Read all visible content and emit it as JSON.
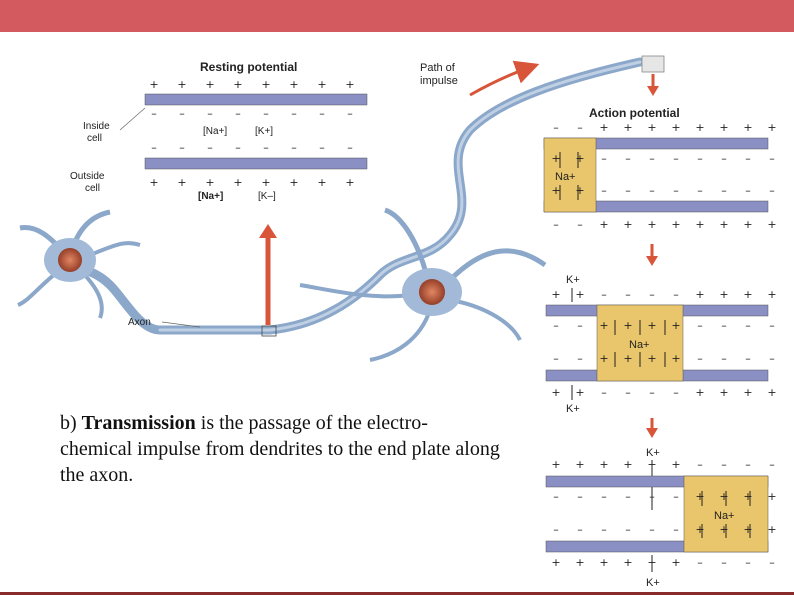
{
  "header": {
    "accent_color": "#d35a5e"
  },
  "diagram": {
    "resting_title": "Resting potential",
    "path_label_line1": "Path of",
    "path_label_line2": "impulse",
    "inside_line1": "Inside",
    "inside_line2": "cell",
    "outside_line1": "Outside",
    "outside_line2": "cell",
    "na_inside": "[Na+]",
    "k_inside": "[K+]",
    "na_outside": "[Na+]",
    "k_outside": "[K–]",
    "axon_label": "Axon",
    "action_title": "Action potential",
    "na_ion": "Na+",
    "k_ion": "K+",
    "plus": "+",
    "minus": "–",
    "membrane_color": "#8a8fc4",
    "depolarized_color": "#e9c56b",
    "arrow_color": "#d9553a",
    "neuron_color": "#7f9ec4"
  },
  "caption": {
    "bold": "Transmission",
    "prefix": "b) ",
    "rest": " is the passage of the electro-chemical impulse from dendrites to the end plate along the axon."
  }
}
